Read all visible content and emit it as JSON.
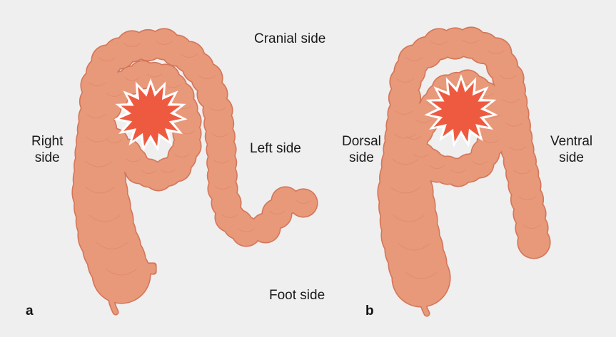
{
  "colors": {
    "background": "#efefef",
    "colon_fill": "#e8997a",
    "colon_outline": "#d4765a",
    "burst_fill": "#ee5a40",
    "burst_halo": "#ffffff"
  },
  "panels": [
    {
      "letter": "a",
      "labels": {
        "top": "Cranial side",
        "left": [
          "Right",
          "side"
        ],
        "right": "Left side",
        "bottom": "Foot side"
      }
    },
    {
      "letter": "b",
      "labels": {
        "left": [
          "Dorsal",
          "side"
        ],
        "right": [
          "Ventral",
          "side"
        ]
      }
    }
  ],
  "icons": [
    "colon-illustration-icon",
    "burst-star-icon"
  ]
}
